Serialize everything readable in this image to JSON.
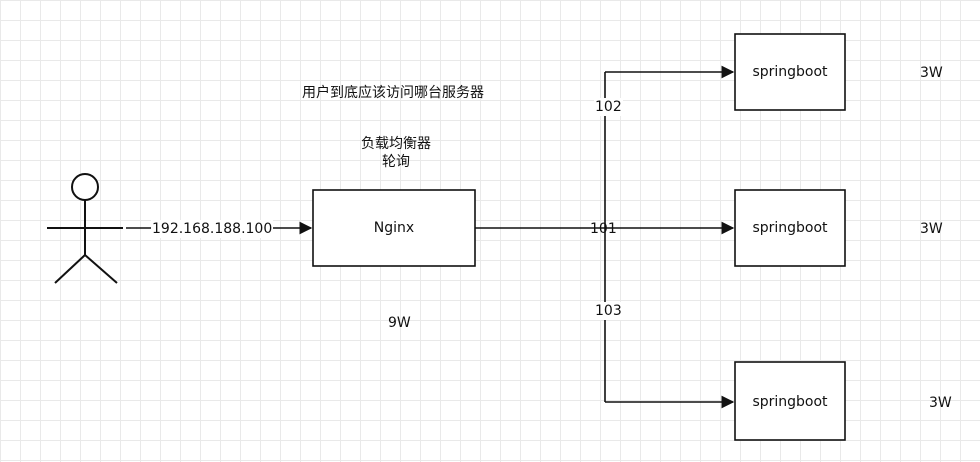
{
  "question": "用户到底应该访问哪台服务器",
  "balancer_title": "负载均衡器",
  "balancer_mode": "轮询",
  "ip_label": "192.168.188.100",
  "nginx": {
    "label": "Nginx",
    "capacity": "9W"
  },
  "servers": [
    {
      "label": "springboot",
      "ip_suffix": "102",
      "capacity": "3W"
    },
    {
      "label": "springboot",
      "ip_suffix": "101",
      "capacity": "3W"
    },
    {
      "label": "springboot",
      "ip_suffix": "103",
      "capacity": "3W"
    }
  ]
}
